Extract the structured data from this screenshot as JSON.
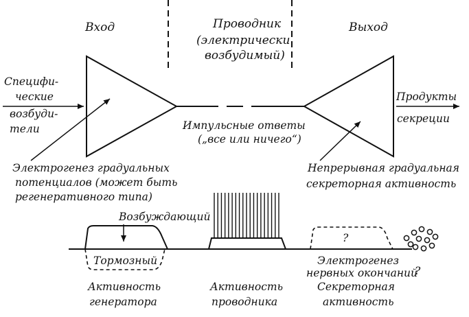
{
  "headers": {
    "input": "Вход",
    "conductor_line1": "Проводник",
    "conductor_line2": "(электрически",
    "conductor_line3": "возбудимый)",
    "output": "Выход"
  },
  "left_labels": {
    "specific_1": "Специфи-",
    "specific_2": "ческие",
    "specific_3": "возбуди-",
    "specific_4": "тели"
  },
  "right_labels": {
    "products_1": "Продукты",
    "products_2": "секреции"
  },
  "impulse": {
    "line1": "Импульсные ответы",
    "line2": "(„все или ничего“)"
  },
  "generator_note": {
    "line1": "Электрогенез градуальных",
    "line2": "потенциалов (может быть",
    "line3": "регенеративного типа)"
  },
  "secretory_note": {
    "line1": "Непрерывная градуальная",
    "line2": "секреторная активность"
  },
  "waveforms": {
    "excitatory": "Возбуждающий",
    "inhibitory": "Тормозный",
    "question": "?",
    "terminal_1": "Электрогенез",
    "terminal_2": "нервных окончаний",
    "terminal_q": "?"
  },
  "bottom_labels": {
    "gen_1": "Активность",
    "gen_2": "генератора",
    "cond_1": "Активность",
    "cond_2": "проводника",
    "sec_1": "Секреторная",
    "sec_2": "активность"
  }
}
